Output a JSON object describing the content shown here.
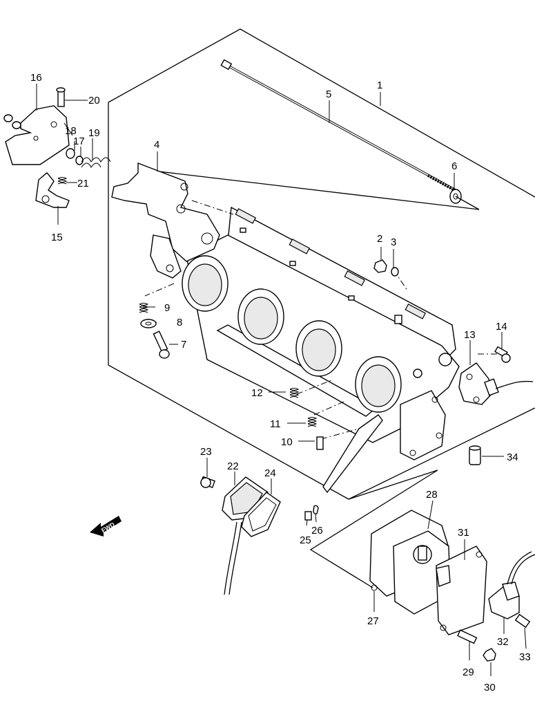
{
  "callouts": [
    "1",
    "2",
    "3",
    "4",
    "5",
    "6",
    "7",
    "8",
    "9",
    "10",
    "11",
    "12",
    "13",
    "14",
    "15",
    "16",
    "17",
    "18",
    "19",
    "20",
    "21",
    "22",
    "23",
    "24",
    "25",
    "26",
    "27",
    "28",
    "29",
    "30",
    "31",
    "32",
    "33",
    "34"
  ],
  "fwd_label": "FWD"
}
